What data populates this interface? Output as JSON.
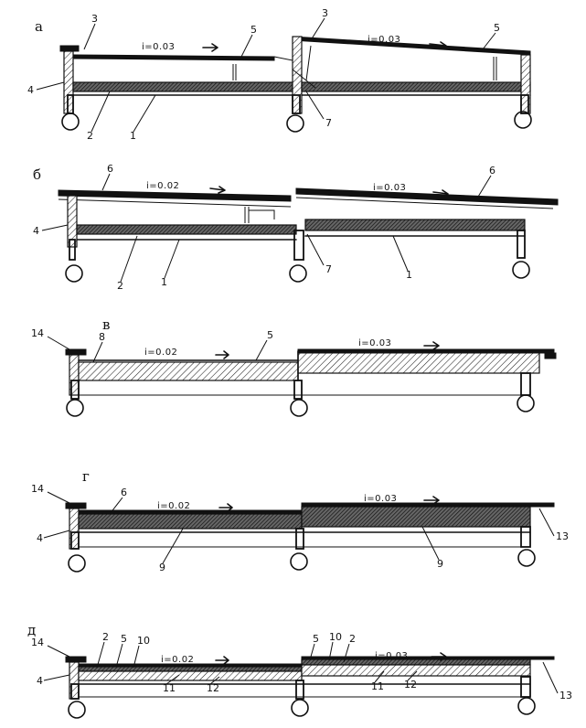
{
  "sections": [
    {
      "letter": "а",
      "slopes": [
        "i=0.03",
        "i=0.03"
      ],
      "labels": [
        "3",
        "5",
        "3",
        "5",
        "4",
        "2",
        "1",
        "7"
      ]
    },
    {
      "letter": "б",
      "slopes": [
        "i=0.02",
        "i=0.03"
      ],
      "labels": [
        "6",
        "6",
        "4",
        "2",
        "1",
        "7",
        "1"
      ]
    },
    {
      "letter": "в",
      "slopes": [
        "i=0.02",
        "i=0.03"
      ],
      "labels": [
        "14",
        "8",
        "5"
      ]
    },
    {
      "letter": "г",
      "slopes": [
        "i=0.02",
        "i=0.03"
      ],
      "labels": [
        "14",
        "6",
        "4",
        "9",
        "9",
        "13"
      ]
    },
    {
      "letter": "д",
      "slopes": [
        "i=0.02",
        "i=0.03"
      ],
      "labels": [
        "14",
        "2",
        "5",
        "10",
        "5",
        "10",
        "2",
        "4",
        "11",
        "12",
        "11",
        "12",
        "13"
      ]
    }
  ]
}
